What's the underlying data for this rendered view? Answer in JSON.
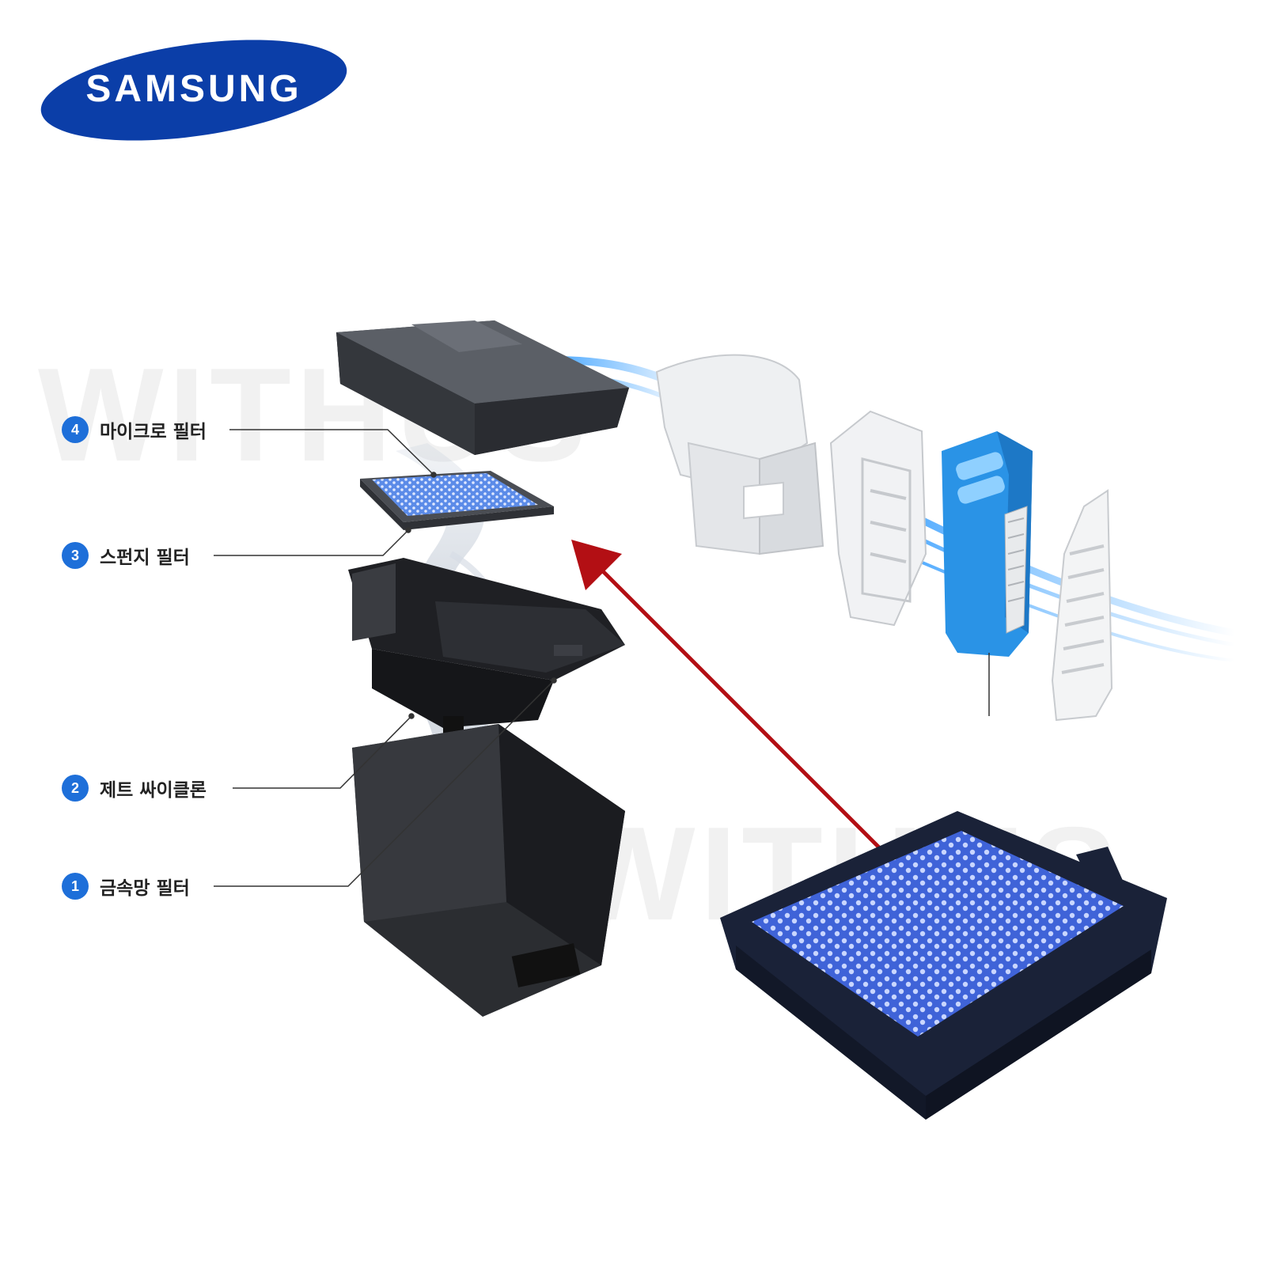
{
  "brand": {
    "logo_text": "SAMSUNG",
    "color": "#0b3ea8"
  },
  "watermark": {
    "text_left": "WITHUS",
    "text_right": "WITHUS"
  },
  "labels": [
    {
      "number": "4",
      "text": "마이크로 필터"
    },
    {
      "number": "3",
      "text": "스펀지 필터"
    },
    {
      "number": "2",
      "text": "제트 싸이클론"
    },
    {
      "number": "1",
      "text": "금속망 필터"
    }
  ],
  "colors": {
    "badge": "#1e6fd9",
    "arrow": "#b30f14",
    "filter_frame": "#1a2238",
    "filter_mesh": "#3f63d8",
    "airflow": "#3aa0ff",
    "cassette": "#2a93e6"
  },
  "icons": [
    "samsung-logo",
    "red-arrow-icon",
    "airflow-icon"
  ]
}
